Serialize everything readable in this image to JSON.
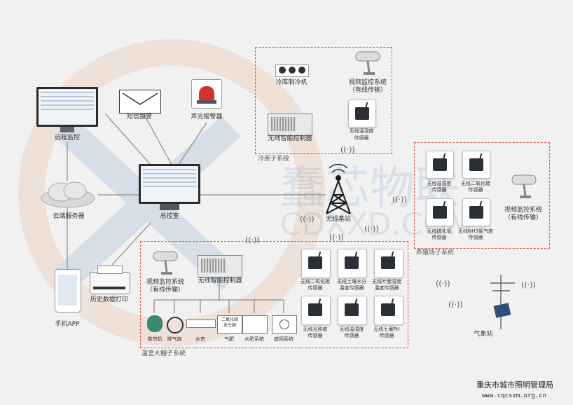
{
  "labels": {
    "remote_monitor": "远程监控",
    "sms_alarm": "短信报警",
    "sound_light_alarm": "声光报警器",
    "cloud_server": "云端服务器",
    "master_control": "总控室",
    "mobile_app": "手机APP",
    "history_print": "历史数据打印",
    "wireless_base": "无线基站",
    "weather_station": "气象站"
  },
  "cold": {
    "title": "冷库子系统",
    "refrigeration": "冷库制冷机",
    "video": "视频监控系统",
    "video_sub": "（有线传输）",
    "controller": "无线智能控制器",
    "temp_hum_l1": "无线温湿度",
    "temp_hum_l2": "传感器"
  },
  "breeding": {
    "title": "养殖场子系统",
    "video": "视频监控系统",
    "video_sub": "（有线传输）",
    "sensors": [
      {
        "l1": "无线温湿度",
        "l2": "传感器"
      },
      {
        "l1": "无线二氧化碳",
        "l2": "传感器"
      },
      {
        "l1": "无线硫化氢",
        "l2": "传感器"
      },
      {
        "l1": "无线NH3氨气度",
        "l2": "传感器"
      }
    ]
  },
  "greenhouse": {
    "title": "温室大棚子系统",
    "video": "视频监控系统",
    "video_sub": "（有线传输）",
    "controller": "无线智能控制器",
    "actuators": [
      "卷帘机",
      "排气扇",
      "水帘",
      "气肥",
      "水肥系统",
      "遮阳系统"
    ],
    "co2_gen_l1": "二氧化碳",
    "co2_gen_l2": "发生器",
    "sensors": [
      {
        "l1": "无线二氧化碳",
        "l2": "传感器"
      },
      {
        "l1": "无线土壤水分",
        "l2": "温度传感器"
      },
      {
        "l1": "无线叶面湿度",
        "l2": "温度传感器"
      },
      {
        "l1": "无线光照度",
        "l2": "传感器"
      },
      {
        "l1": "无线温湿度",
        "l2": "传感器"
      },
      {
        "l1": "无线土壤PH",
        "l2": "传感器"
      }
    ]
  },
  "watermark": {
    "big": "蠢芯物联",
    "small": "CDXXD.COM"
  },
  "footer": {
    "name": "重庆市城市照明管理局",
    "url": "www.cqcszm.org.cn"
  },
  "colors": {
    "accent_red": "#d9534f",
    "line": "#888888",
    "text": "#333333"
  }
}
